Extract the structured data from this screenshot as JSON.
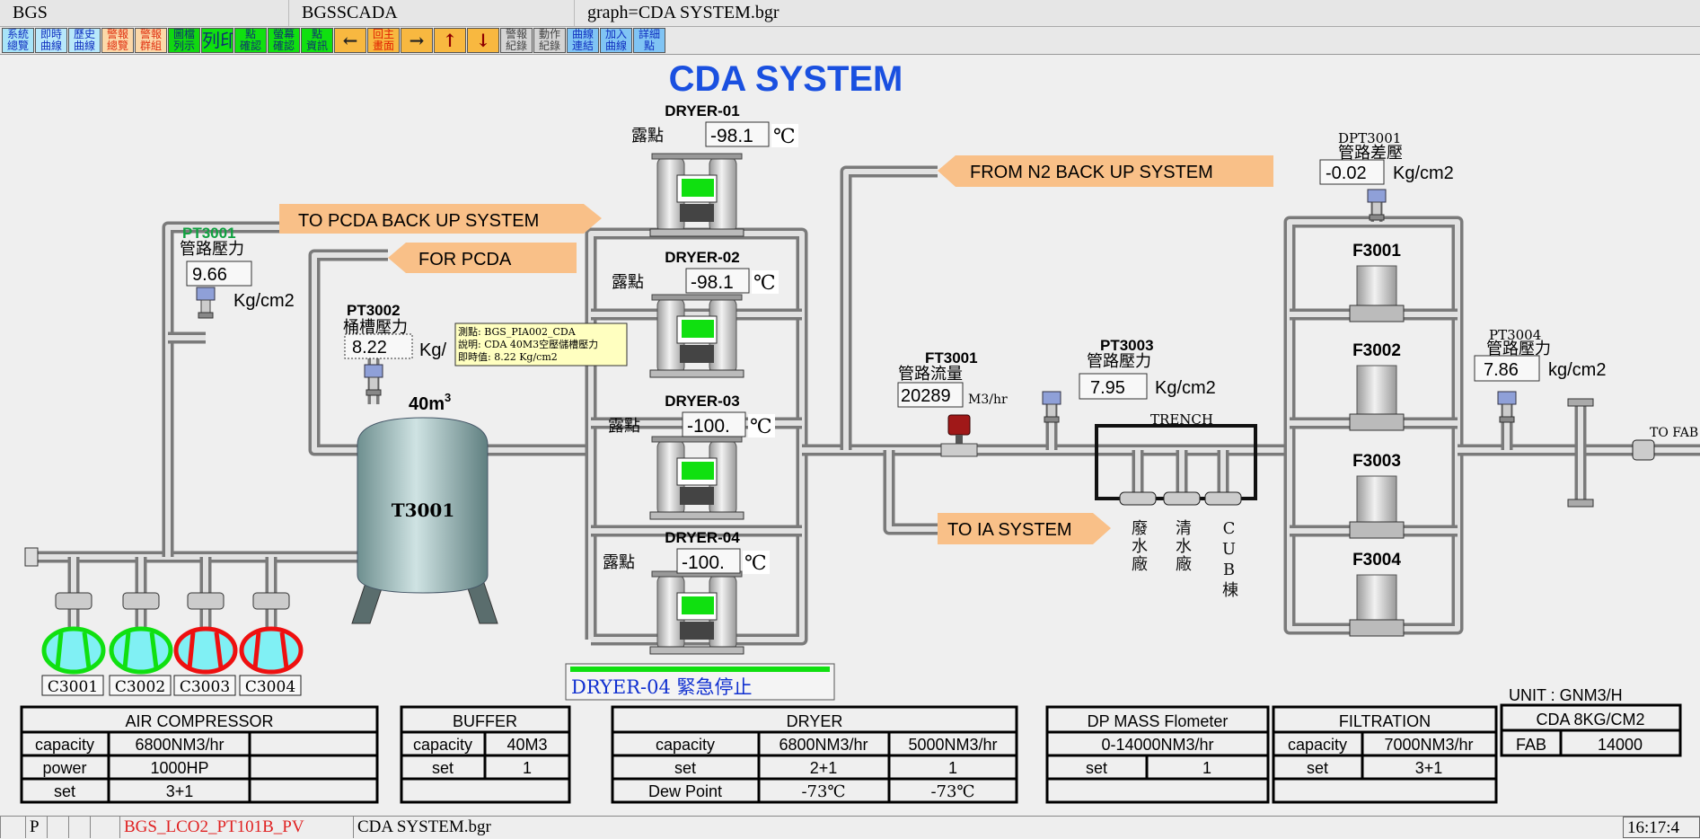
{
  "titlebar": {
    "app": "BGS",
    "system": "BGSSCADA",
    "graph": "graph=CDA SYSTEM.bgr"
  },
  "toolbar": [
    {
      "label": "系統\n總覽",
      "bg": "#a8e4f8",
      "fg": "#1030c0"
    },
    {
      "label": "即時\n曲線",
      "bg": "#b8e8fb",
      "fg": "#1030c0"
    },
    {
      "label": "歷史\n曲線",
      "bg": "#b8e8fb",
      "fg": "#1030c0"
    },
    {
      "label": "警報\n總覽",
      "bg": "#fcd8a8",
      "fg": "#e03010"
    },
    {
      "label": "警報\n群組",
      "bg": "#fcd8a8",
      "fg": "#e03010"
    },
    {
      "label": "圖檔\n列示",
      "bg": "#10d810",
      "fg": "#103070"
    },
    {
      "label": "列印",
      "bg": "#10e010",
      "fg": "#103070",
      "big": true
    },
    {
      "label": "點\n確認",
      "bg": "#10e010",
      "fg": "#103070"
    },
    {
      "label": "螢幕\n確認",
      "bg": "#10e010",
      "fg": "#103070"
    },
    {
      "label": "點\n資訊",
      "bg": "#10e010",
      "fg": "#103070"
    },
    {
      "label": "←",
      "bg": "#f8b840",
      "fg": "#222222",
      "arrow": true,
      "icon": "arrow-left-icon"
    },
    {
      "label": "回主\n畫面",
      "bg": "#f8b840",
      "fg": "#e02000"
    },
    {
      "label": "→",
      "bg": "#f8b840",
      "fg": "#222222",
      "arrow": true,
      "icon": "arrow-right-icon"
    },
    {
      "label": "↑",
      "bg": "#f8b840",
      "fg": "#900000",
      "arrow": true,
      "icon": "arrow-up-icon"
    },
    {
      "label": "↓",
      "bg": "#f8b840",
      "fg": "#900000",
      "arrow": true,
      "icon": "arrow-down-icon"
    },
    {
      "label": "警報\n紀錄",
      "bg": "#d4d4d4",
      "fg": "#444444"
    },
    {
      "label": "動作\n紀錄",
      "bg": "#d4d4d4",
      "fg": "#444444"
    },
    {
      "label": "曲線\n連結",
      "bg": "#80c4f4",
      "fg": "#1030c0"
    },
    {
      "label": "加入\n曲線",
      "bg": "#80c4f4",
      "fg": "#1030c0"
    },
    {
      "label": "詳細\n點",
      "bg": "#80c4f4",
      "fg": "#1030c0"
    }
  ],
  "colors": {
    "title": "#1a50e0",
    "arrow": "#f9c088",
    "running": "#10e010",
    "stopped": "#ee1010",
    "pipe": "#7a7a7a"
  },
  "title": "CDA SYSTEM",
  "arrows": {
    "pcda_backup": "TO PCDA BACK UP SYSTEM",
    "for_pcda": "FOR PCDA",
    "n2_backup": "FROM N2 BACK UP SYSTEM",
    "ia_system": "TO IA SYSTEM"
  },
  "instruments": {
    "pt3001": {
      "tag": "PT3001",
      "desc": "管路壓力",
      "value": "9.66",
      "unit": "Kg/cm2"
    },
    "pt3002": {
      "tag": "PT3002",
      "desc": "桶槽壓力",
      "value": "8.22",
      "unit": "Kg/"
    },
    "ft3001": {
      "tag": "FT3001",
      "desc": "管路流量",
      "value": "20289",
      "unit": "M3/hr"
    },
    "pt3003": {
      "tag": "PT3003",
      "desc": "管路壓力",
      "value": "7.95",
      "unit": "Kg/cm2"
    },
    "dpt3001": {
      "tag": "DPT3001",
      "desc": "管路差壓",
      "value": "-0.02",
      "unit": "Kg/cm2"
    },
    "pt3004": {
      "tag": "PT3004",
      "desc": "管路壓力",
      "value": "7.86",
      "unit": "kg/cm2"
    }
  },
  "tooltip": {
    "line1": "測點: BGS_PIA002_CDA",
    "line2": "說明: CDA 40M3空壓儲槽壓力",
    "line3": "即時值: 8.22    Kg/cm2"
  },
  "tank": {
    "name": "T3001",
    "volume": "40m",
    "volume_sup": "3"
  },
  "dryers": [
    {
      "name": "DRYER-01",
      "label": "露點",
      "value": "-98.1",
      "unit": "℃"
    },
    {
      "name": "DRYER-02",
      "label": "露點",
      "value": "-98.1",
      "unit": "℃"
    },
    {
      "name": "DRYER-03",
      "label": "露點",
      "value": "-100.",
      "unit": "℃"
    },
    {
      "name": "DRYER-04",
      "label": "露點",
      "value": "-100.",
      "unit": "℃"
    }
  ],
  "emergency_stop": "DRYER-04  緊急停止",
  "compressors": [
    {
      "name": "C3001",
      "status": "running"
    },
    {
      "name": "C3002",
      "status": "running"
    },
    {
      "name": "C3003",
      "status": "stopped"
    },
    {
      "name": "C3004",
      "status": "stopped"
    }
  ],
  "trench": {
    "label": "TRENCH",
    "outlets": [
      "廢水廠",
      "清水廠",
      "CUB棟"
    ]
  },
  "filters": [
    "F3001",
    "F3002",
    "F3003",
    "F3004"
  ],
  "to_fab": "TO FAB",
  "tables": {
    "air_compressor": {
      "title": "AIR COMPRESSOR",
      "rows": [
        [
          "capacity",
          "6800NM3/hr",
          ""
        ],
        [
          "power",
          "1000HP",
          ""
        ],
        [
          "set",
          "3+1",
          ""
        ]
      ]
    },
    "buffer": {
      "title": "BUFFER",
      "rows": [
        [
          "capacity",
          "40M3"
        ],
        [
          "set",
          "1"
        ],
        [
          "",
          ""
        ]
      ]
    },
    "dryer": {
      "title": "DRYER",
      "rows": [
        [
          "capacity",
          "6800NM3/hr",
          "5000NM3/hr"
        ],
        [
          "set",
          "2+1",
          "1"
        ],
        [
          "Dew Point",
          "-73℃",
          "-73℃"
        ]
      ]
    },
    "dp_mass": {
      "title": "DP MASS Flometer",
      "range": "0-14000NM3/hr",
      "rows": [
        [
          "set",
          "1"
        ],
        [
          "",
          ""
        ]
      ]
    },
    "filtration": {
      "title": "FILTRATION",
      "rows": [
        [
          "capacity",
          "7000NM3/hr"
        ],
        [
          "set",
          "3+1"
        ],
        [
          "",
          ""
        ]
      ]
    },
    "unit": "UNIT :  GNM3/H",
    "cda": {
      "title": "CDA 8KG/CM2",
      "rows": [
        [
          "FAB",
          "14000"
        ]
      ]
    }
  },
  "statusbar": {
    "flag": "P",
    "point": "BGS_LCO2_PT101B_PV",
    "file": "CDA SYSTEM.bgr",
    "time": "16:17:4"
  }
}
